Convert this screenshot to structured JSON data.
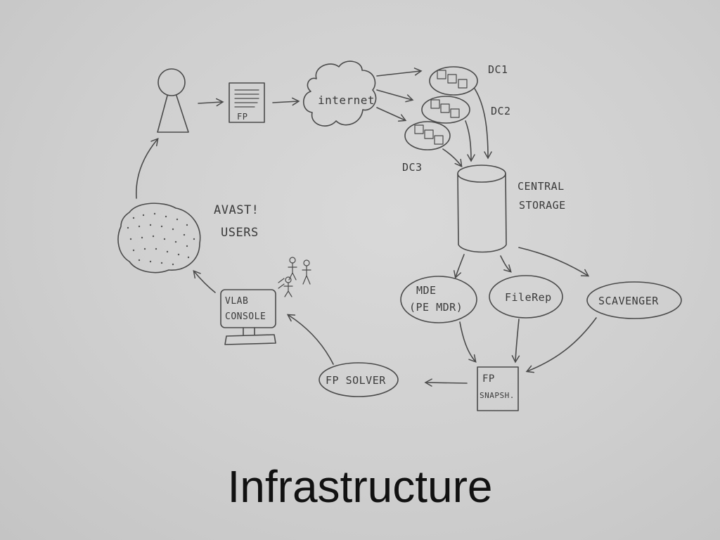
{
  "caption": "Infrastructure",
  "labels": {
    "fp": "FP",
    "internet": "internet",
    "dc1": "DC1",
    "dc2": "DC2",
    "dc3": "DC3",
    "central_storage_line1": "CENTRAL",
    "central_storage_line2": "STORAGE",
    "avast_users_line1": "AVAST!",
    "avast_users_line2": "USERS",
    "mde_line1": "MDE",
    "mde_line2": "(PE MDR)",
    "filerep": "FileRep",
    "scavenger": "SCAVENGER",
    "fp_snapsh_line1": "FP",
    "fp_snapsh_line2": "SNAPSH.",
    "fp_solver": "FP SOLVER",
    "vlab_console_line1": "VLAB",
    "vlab_console_line2": "CONSOLE"
  },
  "colors": {
    "ink": "#4a4a4a",
    "paper": "#d4d4d4",
    "caption": "#111111"
  }
}
